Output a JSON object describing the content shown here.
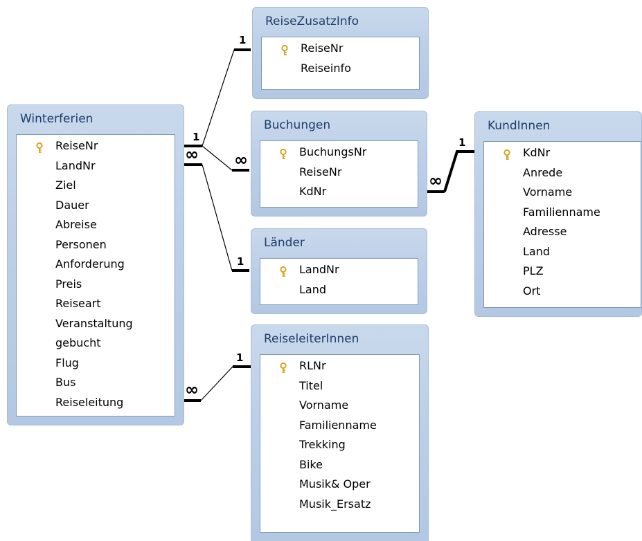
{
  "tables": [
    {
      "id": "reisezusatzinfo",
      "title": "ReiseZusatzInfo",
      "fields": [
        {
          "name": "ReiseNr",
          "key": true
        },
        {
          "name": "Reiseinfo",
          "key": false
        }
      ]
    },
    {
      "id": "winterferien",
      "title": "Winterferien",
      "fields": [
        {
          "name": "ReiseNr",
          "key": true
        },
        {
          "name": "LandNr",
          "key": false
        },
        {
          "name": "Ziel",
          "key": false
        },
        {
          "name": "Dauer",
          "key": false
        },
        {
          "name": "Abreise",
          "key": false
        },
        {
          "name": "Personen",
          "key": false
        },
        {
          "name": "Anforderung",
          "key": false
        },
        {
          "name": "Preis",
          "key": false
        },
        {
          "name": "Reiseart",
          "key": false
        },
        {
          "name": "Veranstaltung",
          "key": false
        },
        {
          "name": "gebucht",
          "key": false
        },
        {
          "name": "Flug",
          "key": false
        },
        {
          "name": "Bus",
          "key": false
        },
        {
          "name": "Reiseleitung",
          "key": false
        }
      ]
    },
    {
      "id": "buchungen",
      "title": "Buchungen",
      "fields": [
        {
          "name": "BuchungsNr",
          "key": true
        },
        {
          "name": "ReiseNr",
          "key": false
        },
        {
          "name": "KdNr",
          "key": false
        }
      ]
    },
    {
      "id": "kundinnen",
      "title": "KundInnen",
      "fields": [
        {
          "name": "KdNr",
          "key": true
        },
        {
          "name": "Anrede",
          "key": false
        },
        {
          "name": "Vorname",
          "key": false
        },
        {
          "name": "Familienname",
          "key": false
        },
        {
          "name": "Adresse",
          "key": false
        },
        {
          "name": "Land",
          "key": false
        },
        {
          "name": "PLZ",
          "key": false
        },
        {
          "name": "Ort",
          "key": false
        }
      ]
    },
    {
      "id": "laender",
      "title": "Länder",
      "fields": [
        {
          "name": "LandNr",
          "key": true
        },
        {
          "name": "Land",
          "key": false
        }
      ]
    },
    {
      "id": "reiseleiterinnen",
      "title": "ReiseleiterInnen",
      "fields": [
        {
          "name": "RLNr",
          "key": true
        },
        {
          "name": "Titel",
          "key": false
        },
        {
          "name": "Vorname",
          "key": false
        },
        {
          "name": "Familienname",
          "key": false
        },
        {
          "name": "Trekking",
          "key": false
        },
        {
          "name": "Bike",
          "key": false
        },
        {
          "name": "Musik& Oper",
          "key": false
        },
        {
          "name": "Musik_Ersatz",
          "key": false
        }
      ]
    }
  ],
  "relationships": [
    {
      "from": "winterferien",
      "to": "reisezusatzinfo",
      "from_card": "1",
      "to_card": "1"
    },
    {
      "from": "winterferien",
      "to": "buchungen",
      "from_card": "1",
      "to_card": "∞"
    },
    {
      "from": "winterferien",
      "to": "laender",
      "from_card": "∞",
      "to_card": "1"
    },
    {
      "from": "buchungen",
      "to": "kundinnen",
      "from_card": "∞",
      "to_card": "1"
    },
    {
      "from": "winterferien",
      "to": "reiseleiterinnen",
      "from_card": "∞",
      "to_card": "1"
    }
  ],
  "colors": {
    "table_header": "#c4d5eb",
    "table_border": "#7f98b8",
    "title_text": "#1f3d6a",
    "key_icon": "#d8a520"
  }
}
